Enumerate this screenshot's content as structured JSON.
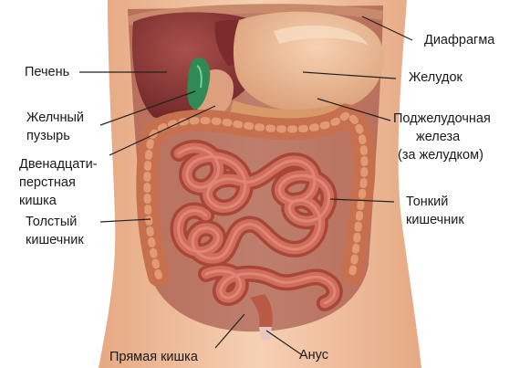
{
  "labels": {
    "diaphragm": "Диафрагма",
    "liver": "Печень",
    "stomach": "Желудок",
    "gallbladder": [
      "Желчный",
      "пузырь"
    ],
    "pancreas": [
      "Поджелудочная",
      "железа",
      "(за желудком)"
    ],
    "duodenum": [
      "Двенадцати-",
      "перстная",
      "кишка"
    ],
    "small_intestine": [
      "Тонкий",
      "кишечник"
    ],
    "large_intestine": [
      "Толстый",
      "кишечник"
    ],
    "rectum": "Прямая кишка",
    "anus": "Анус"
  },
  "colors": {
    "skin": "#f1c09f",
    "liver": "#8a3534",
    "stomach": "#e9b48f",
    "colon": "#c7704e",
    "small_intestine": "#c35a4d",
    "gallbladder": "#2f8a55",
    "leader_line": "#222222"
  }
}
